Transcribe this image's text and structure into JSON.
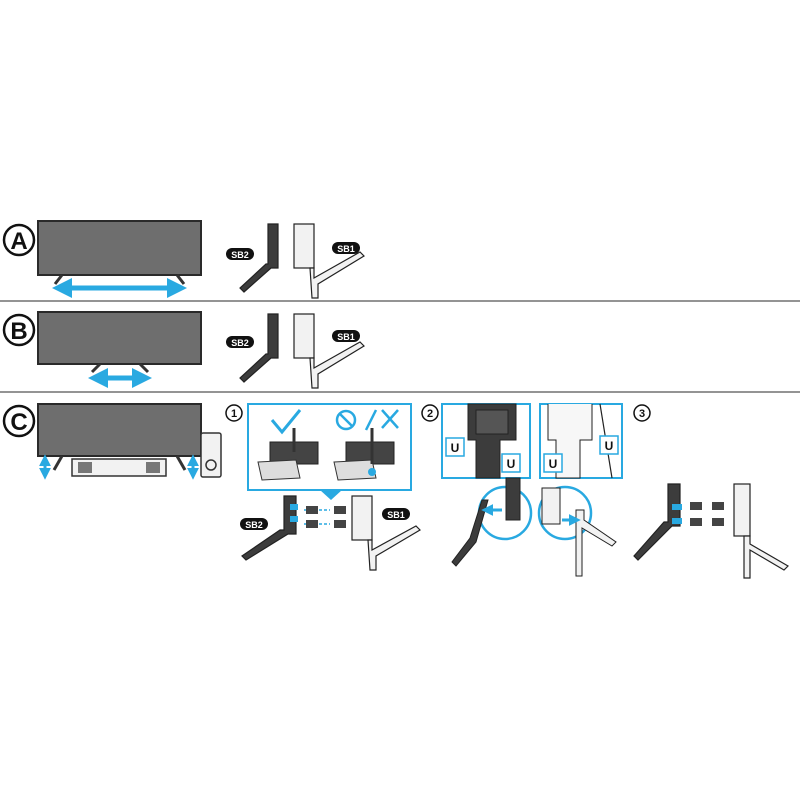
{
  "sections": [
    {
      "letter": "A",
      "stand_position": "wide"
    },
    {
      "letter": "B",
      "stand_position": "center"
    },
    {
      "letter": "C",
      "stand_position": "high"
    }
  ],
  "part_labels": {
    "left": "SB2",
    "right": "SB1"
  },
  "steps": [
    "1",
    "2",
    "3"
  ],
  "marker_letter": "U",
  "colors": {
    "accent": "#29a9e1",
    "tv_panel": "#6e6e6e",
    "tv_border": "#2a2a2a",
    "divider": "#555555",
    "dark_part": "#3c3c3c",
    "light_part": "#f2f2f2",
    "part_outline": "#222222",
    "label_bg": "#111111",
    "label_text": "#ffffff"
  },
  "icons": {
    "ok": "check-icon",
    "forbidden": "prohibited-icon",
    "wrong": "cross-icon",
    "width_arrow": "double-arrow-horizontal-icon",
    "height_arrow": "double-arrow-vertical-icon"
  }
}
